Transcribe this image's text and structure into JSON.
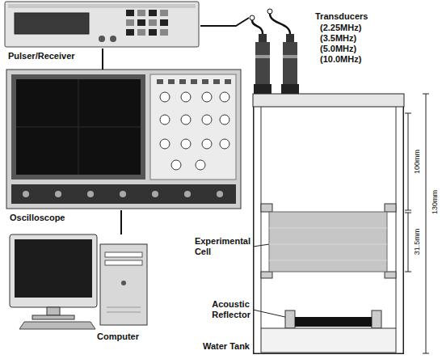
{
  "diagram": {
    "nodes": [
      {
        "text": [
          "Pulser/Receiver"
        ]
      },
      {
        "text": [
          "Oscilloscope"
        ]
      },
      {
        "text": [
          "Computer"
        ]
      },
      {
        "text": [
          "Transducers",
          "(2.25MHz) (3.5MHz) (5.0MHz) (10.0MHz)"
        ]
      },
      {
        "text": [
          "Water Tank"
        ]
      },
      {
        "text": [
          "Experimental Cell"
        ],
        "in": 4
      },
      {
        "text": [
          "Acoustic Reflector"
        ],
        "in": 4
      }
    ],
    "edges": [
      {
        "from": 0,
        "to": 1,
        "arrow": "none"
      },
      {
        "from": 1,
        "to": 2,
        "arrow": "none"
      },
      {
        "from": 0,
        "to": 3,
        "arrow": "none"
      }
    ],
    "labels": [
      "100mm",
      "31.5mm",
      "130mm"
    ]
  }
}
